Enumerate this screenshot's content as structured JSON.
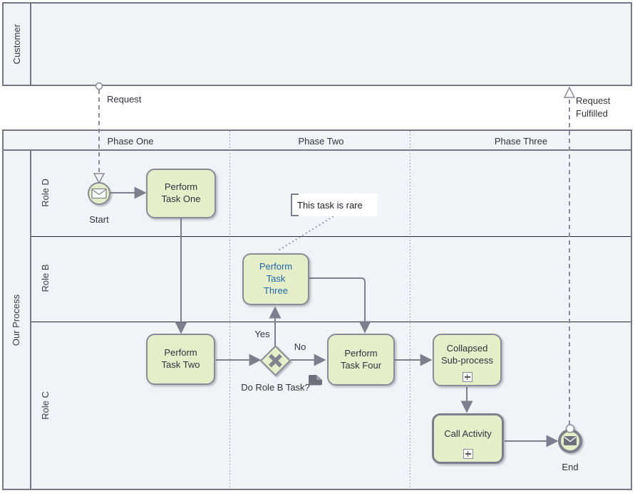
{
  "pools": {
    "customer": {
      "label": "Customer"
    },
    "process": {
      "label": "Our Process"
    }
  },
  "phases": [
    {
      "label": "Phase One"
    },
    {
      "label": "Phase Two"
    },
    {
      "label": "Phase Three"
    }
  ],
  "lanes": [
    {
      "label": "Role D"
    },
    {
      "label": "Role B"
    },
    {
      "label": "Role C"
    }
  ],
  "nodes": {
    "start": {
      "label": "Start",
      "type": "message-start-event"
    },
    "task_one": {
      "label": "Perform Task One"
    },
    "task_two": {
      "label": "Perform Task Two"
    },
    "task_three": {
      "label": "Perform Task Three"
    },
    "task_four": {
      "label": "Perform Task Four"
    },
    "gateway": {
      "label": "Do Role B Task?",
      "type": "exclusive-gateway"
    },
    "subprocess": {
      "label": "Collapsed Sub-process"
    },
    "call_activity": {
      "label": "Call Activity"
    },
    "end": {
      "label": "End",
      "type": "message-end-event"
    },
    "annotation": {
      "label": "This task is rare"
    }
  },
  "flow_labels": {
    "request": "Request",
    "request_fulfilled": "Request Fulfilled",
    "yes": "Yes",
    "no": "No"
  },
  "colors": {
    "task_fill": "#e5eec9",
    "task_border": "#8b8b98",
    "pool_fill": "#f2f3f7",
    "pool_border": "#767685",
    "connector": "#7e7e8c",
    "lane_divider": "#26262e",
    "task_three_text": "#2268a9",
    "annotation_bg": "#ffffff"
  }
}
